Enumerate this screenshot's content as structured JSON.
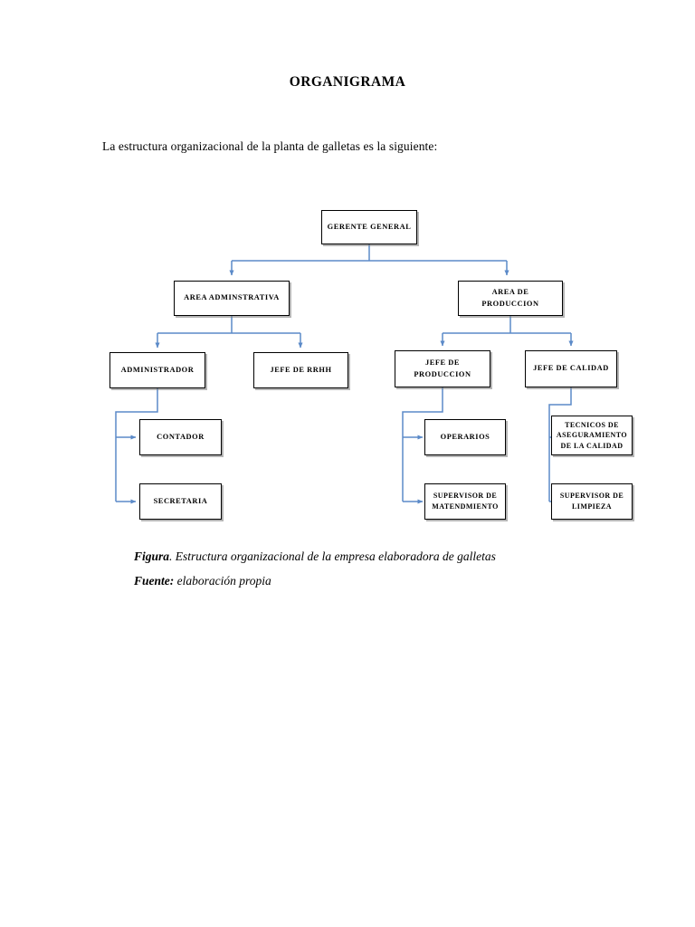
{
  "document": {
    "title": "ORGANIGRAMA",
    "intro": "La estructura organizacional de la planta de galletas es la siguiente:",
    "caption": {
      "figure_label": "Figura",
      "figure_text": ". Estructura organizacional de la empresa elaboradora de galletas",
      "source_label": "Fuente:",
      "source_text": " elaboración propia"
    }
  },
  "colors": {
    "connector": "#5B8AC8",
    "box_border": "#000000",
    "box_fill": "#FFFFFF",
    "text": "#000000",
    "shadow": "#787878"
  },
  "chart_data": {
    "type": "diagram",
    "diagram_kind": "organizational-chart",
    "title": "Estructura organizacional de la empresa elaboradora de galletas",
    "nodes": [
      {
        "id": "gerente-general",
        "label": "GERENTE GENERAL",
        "level": 0,
        "parent": null
      },
      {
        "id": "area-administrativa",
        "label": "AREA ADMINSTRATIVA",
        "level": 1,
        "parent": "gerente-general"
      },
      {
        "id": "area-produccion",
        "label": "AREA DE PRODUCCION",
        "level": 1,
        "parent": "gerente-general"
      },
      {
        "id": "administrador",
        "label": "ADMINISTRADOR",
        "level": 2,
        "parent": "area-administrativa"
      },
      {
        "id": "jefe-rrhh",
        "label": "JEFE DE RRHH",
        "level": 2,
        "parent": "area-administrativa"
      },
      {
        "id": "jefe-produccion",
        "label": "JEFE DE PRODUCCION",
        "level": 2,
        "parent": "area-produccion"
      },
      {
        "id": "jefe-calidad",
        "label": "JEFE DE CALIDAD",
        "level": 2,
        "parent": "area-produccion"
      },
      {
        "id": "contador",
        "label": "CONTADOR",
        "level": 3,
        "parent": "administrador"
      },
      {
        "id": "secretaria",
        "label": "SECRETARIA",
        "level": 3,
        "parent": "administrador"
      },
      {
        "id": "operarios",
        "label": "OPERARIOS",
        "level": 3,
        "parent": "jefe-produccion"
      },
      {
        "id": "supervisor-mantenimiento",
        "label": "SUPERVISOR DE MATENDMIENTO",
        "level": 3,
        "parent": "jefe-produccion"
      },
      {
        "id": "tecnicos-calidad",
        "label": "TECNICOS DE ASEGURAMIENTO DE LA CALIDAD",
        "level": 3,
        "parent": "jefe-calidad"
      },
      {
        "id": "supervisor-limpieza",
        "label": "SUPERVISOR DE LIMPIEZA",
        "level": 3,
        "parent": "jefe-calidad"
      }
    ],
    "node_labels": {
      "gerente_general": "GERENTE GENERAL",
      "area_administrativa": "AREA ADMINSTRATIVA",
      "area_produccion": "AREA DE PRODUCCION",
      "administrador": "ADMINISTRADOR",
      "jefe_rrhh": "JEFE DE RRHH",
      "jefe_produccion": "JEFE DE PRODUCCION",
      "jefe_calidad": "JEFE DE CALIDAD",
      "contador": "CONTADOR",
      "secretaria": "SECRETARIA",
      "operarios": "OPERARIOS",
      "supervisor_mantenimiento_line1": "SUPERVISOR DE",
      "supervisor_mantenimiento_line2": "MATENDMIENTO",
      "tecnicos_calidad_line1": "TECNICOS DE",
      "tecnicos_calidad_line2": "ASEGURAMIENTO",
      "tecnicos_calidad_line3": "DE LA CALIDAD",
      "supervisor_limpieza_line1": "SUPERVISOR DE",
      "supervisor_limpieza_line2": "LIMPIEZA"
    },
    "edges": [
      {
        "from": "gerente-general",
        "to": "area-administrativa",
        "style": "elbow-down-arrow"
      },
      {
        "from": "gerente-general",
        "to": "area-produccion",
        "style": "elbow-down-arrow"
      },
      {
        "from": "area-administrativa",
        "to": "administrador",
        "style": "elbow-down-arrow"
      },
      {
        "from": "area-administrativa",
        "to": "jefe-rrhh",
        "style": "elbow-down-arrow"
      },
      {
        "from": "area-produccion",
        "to": "jefe-produccion",
        "style": "elbow-down-arrow"
      },
      {
        "from": "area-produccion",
        "to": "jefe-calidad",
        "style": "elbow-down-arrow"
      },
      {
        "from": "administrador",
        "to": "contador",
        "style": "elbow-side-arrow"
      },
      {
        "from": "administrador",
        "to": "secretaria",
        "style": "elbow-side-arrow"
      },
      {
        "from": "jefe-produccion",
        "to": "operarios",
        "style": "elbow-side-arrow"
      },
      {
        "from": "jefe-produccion",
        "to": "supervisor-mantenimiento",
        "style": "elbow-side-arrow"
      },
      {
        "from": "jefe-calidad",
        "to": "tecnicos-calidad",
        "style": "elbow-side-arrow"
      },
      {
        "from": "jefe-calidad",
        "to": "supervisor-limpieza",
        "style": "elbow-side-arrow"
      }
    ]
  }
}
